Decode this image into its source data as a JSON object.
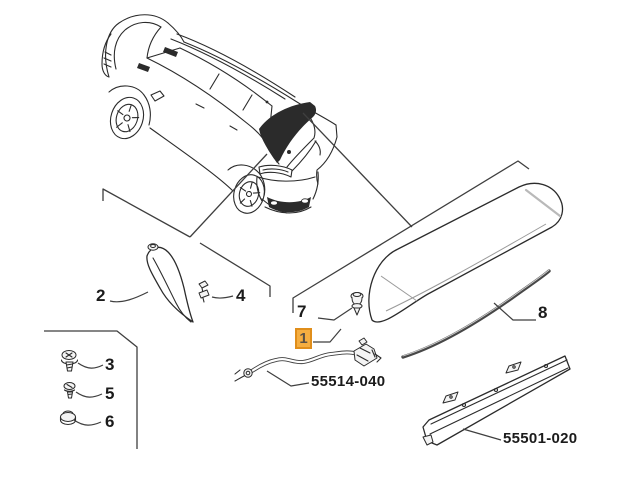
{
  "diagram": {
    "callouts": {
      "1": {
        "label": "1",
        "highlighted": true
      },
      "2": {
        "label": "2",
        "highlighted": false
      },
      "3": {
        "label": "3",
        "highlighted": false
      },
      "4": {
        "label": "4",
        "highlighted": false
      },
      "5": {
        "label": "5",
        "highlighted": false
      },
      "6": {
        "label": "6",
        "highlighted": false
      },
      "7": {
        "label": "7",
        "highlighted": false
      },
      "8": {
        "label": "8",
        "highlighted": false
      }
    },
    "part_numbers": {
      "washer_hose": "55514-040",
      "high_mounted_stop_lamp": "55501-020"
    },
    "colors": {
      "line": "#2b2b2b",
      "seal": "#474747",
      "highlight_fill": "#F5AE41",
      "highlight_border": "#E08E1B",
      "highlight_text": "#5B5145"
    }
  }
}
